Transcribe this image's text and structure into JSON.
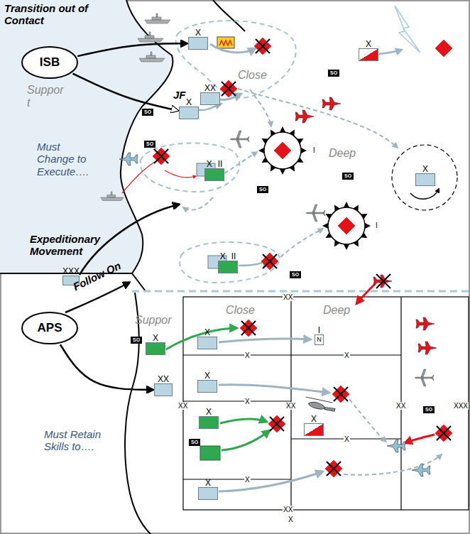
{
  "diagram": {
    "nodes": [
      {
        "text": [
          "ISB"
        ]
      },
      {
        "text": [
          "APS"
        ]
      },
      {
        "text": [
          "X"
        ]
      },
      {
        "text": [
          "XX"
        ]
      },
      {
        "text": [
          "X"
        ]
      },
      {
        "text": [
          "X",
          "II"
        ]
      },
      {
        "text": [
          "X",
          "II"
        ]
      },
      {
        "text": [
          "XXX"
        ]
      },
      {
        "text": [
          "X"
        ]
      },
      {
        "text": [
          "X"
        ]
      },
      {
        "text": [
          "X"
        ]
      },
      {
        "text": [
          "XX"
        ]
      },
      {
        "text": [
          "X"
        ]
      },
      {
        "text": [
          "X"
        ]
      },
      {
        "text": [
          "X"
        ]
      },
      {
        "text": [
          "X"
        ]
      },
      {
        "text": [
          "I",
          "N"
        ]
      },
      {
        "text": [
          "X"
        ]
      }
    ],
    "edges": [
      {
        "from": 0,
        "to": 2,
        "arrow": "to"
      },
      {
        "from": 0,
        "to": 4,
        "arrow": "to"
      },
      {
        "from": 1,
        "to": 11,
        "arrow": "to"
      }
    ],
    "labels": [
      "Transition out of Contact",
      "Suppor t",
      "JF",
      "Close",
      "Deep",
      "Must Change to Execute….",
      "Expeditionary Movement",
      "Follow On",
      "Suppor",
      "Close",
      "Deep",
      "Must Retain Skills to….",
      "SO",
      "SO",
      "SO",
      "SO",
      "SO",
      "SO",
      "SO",
      "SO",
      "SO",
      "XX",
      "XX",
      "X",
      "X",
      "X",
      "X",
      "X",
      "X",
      "XX",
      "XX",
      "XX",
      "XXX",
      "I",
      "I"
    ]
  }
}
